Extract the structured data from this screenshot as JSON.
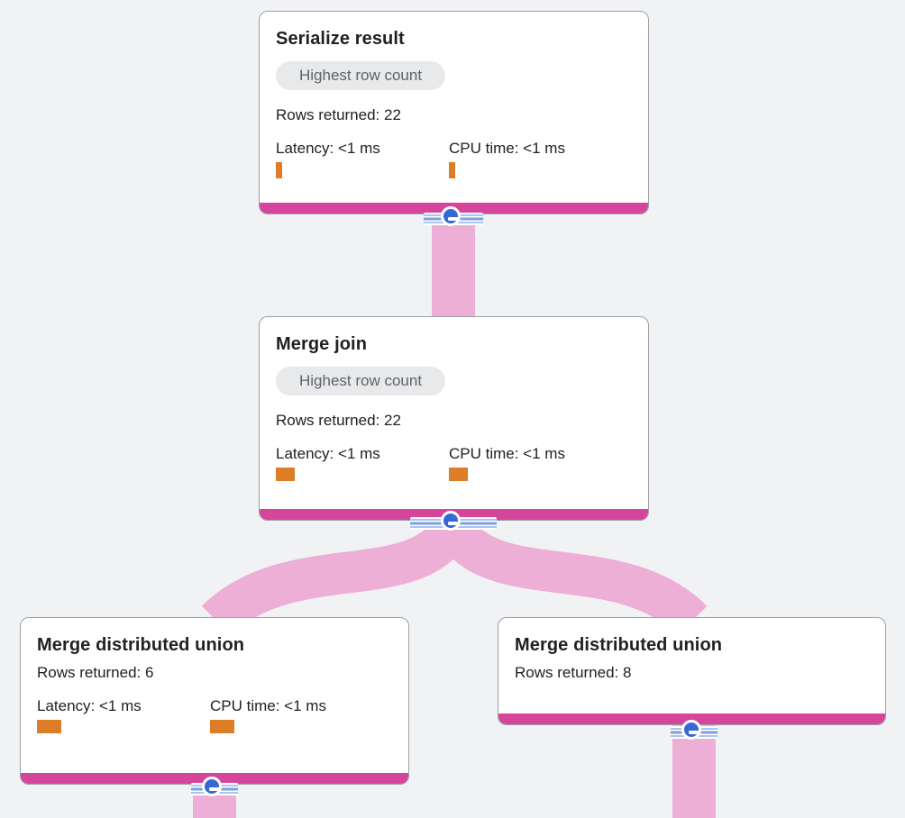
{
  "visualizer": {
    "view": "query-execution-plan",
    "colors": {
      "background": "#f1f2f4",
      "edge_band": "#edafd6",
      "node_accent_bar": "#d6459c",
      "metric_bar": "#dd7d28",
      "collapse_button_blue": "#3468d5",
      "stream_strip_line": "#a9c4f2",
      "badge_bg": "#e8e9eb",
      "badge_text": "#5f6368",
      "card_border": "#9aa0a6",
      "text": "#202124"
    },
    "icons": {
      "collapse": "minus-circle-icon",
      "streams": "stream-lines-icon"
    },
    "nodes": [
      {
        "title": "Serialize result",
        "badge": "Highest row count",
        "rows": "Rows returned: 22",
        "latency": "Latency: <1 ms",
        "cpu": "CPU time: <1 ms"
      },
      {
        "title": "Merge join",
        "badge": "Highest row count",
        "rows": "Rows returned: 22",
        "latency": "Latency: <1 ms",
        "cpu": "CPU time: <1 ms"
      },
      {
        "title": "Merge distributed union",
        "rows": "Rows returned: 6",
        "latency": "Latency: <1 ms",
        "cpu": "CPU time: <1 ms"
      },
      {
        "title": "Merge distributed union",
        "rows": "Rows returned: 8"
      }
    ]
  }
}
